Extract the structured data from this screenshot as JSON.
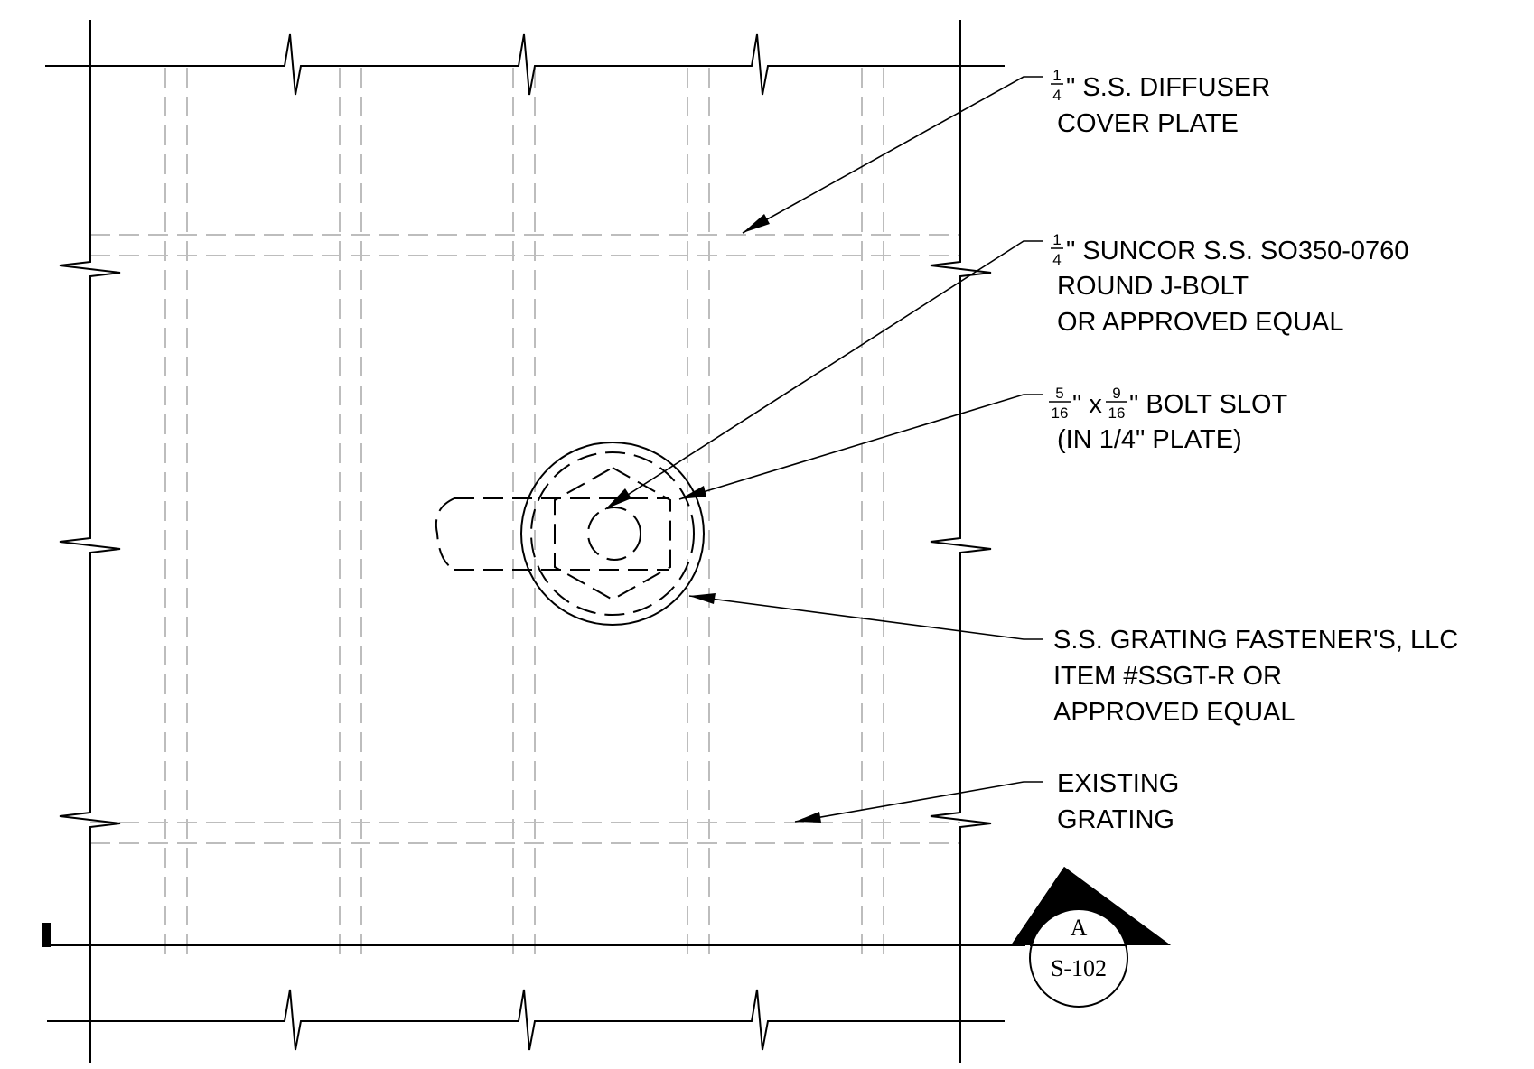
{
  "callouts": {
    "cover_plate": {
      "frac_num": "1",
      "frac_den": "4",
      "line1_rest": "\" S.S. DIFFUSER",
      "line2": "COVER PLATE"
    },
    "j_bolt": {
      "frac_num": "1",
      "frac_den": "4",
      "line1_rest": "\" SUNCOR S.S. SO350-0760",
      "line2": "ROUND J-BOLT",
      "line3": "OR APPROVED EQUAL"
    },
    "bolt_slot": {
      "frac1_num": "5",
      "frac1_den": "16",
      "mid": "\" x ",
      "frac2_num": "9",
      "frac2_den": "16",
      "line1_rest": "\" BOLT SLOT",
      "line2": "(IN 1/4\" PLATE)"
    },
    "fastener": {
      "line1": "S.S. GRATING FASTENER'S, LLC",
      "line2": "ITEM #SSGT-R OR",
      "line3": "APPROVED EQUAL"
    },
    "grating": {
      "line1": "EXISTING",
      "line2": "GRATING"
    }
  },
  "section_tag": {
    "letter": "A",
    "sheet": "S-102"
  }
}
